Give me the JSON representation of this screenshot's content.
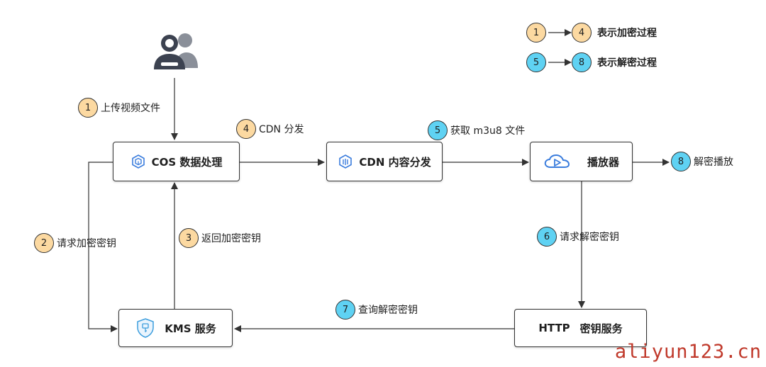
{
  "colors": {
    "encrypt": "#fcd9a1",
    "decrypt": "#5fd2f3",
    "accent": "#3b7ddd",
    "watermark": "#c0392b"
  },
  "nodes": {
    "cos": {
      "label": "COS 数据处理",
      "icon": "cube-icon"
    },
    "cdn": {
      "label": "CDN 内容分发",
      "icon": "cdn-cube-icon"
    },
    "player": {
      "label": "播放器",
      "icon": "cloud-play-icon"
    },
    "kms": {
      "label": "KMS 服务",
      "icon": "shield-key-icon"
    },
    "http": {
      "prefix": "HTTP",
      "label": "密钥服务"
    }
  },
  "steps": [
    {
      "num": "1",
      "text": "上传视频文件"
    },
    {
      "num": "2",
      "text": "请求加密密钥"
    },
    {
      "num": "3",
      "text": "返回加密密钥"
    },
    {
      "num": "4",
      "text": "CDN 分发"
    },
    {
      "num": "5",
      "text": "获取 m3u8 文件"
    },
    {
      "num": "6",
      "text": "请求解密密钥"
    },
    {
      "num": "7",
      "text": "查询解密密钥"
    },
    {
      "num": "8",
      "text": "解密播放"
    }
  ],
  "legend": {
    "encrypt": {
      "from": "1",
      "to": "4",
      "text": "表示加密过程"
    },
    "decrypt": {
      "from": "5",
      "to": "8",
      "text": "表示解密过程"
    }
  },
  "user_icon": "users-icon",
  "watermark": "aliyun123.cn"
}
